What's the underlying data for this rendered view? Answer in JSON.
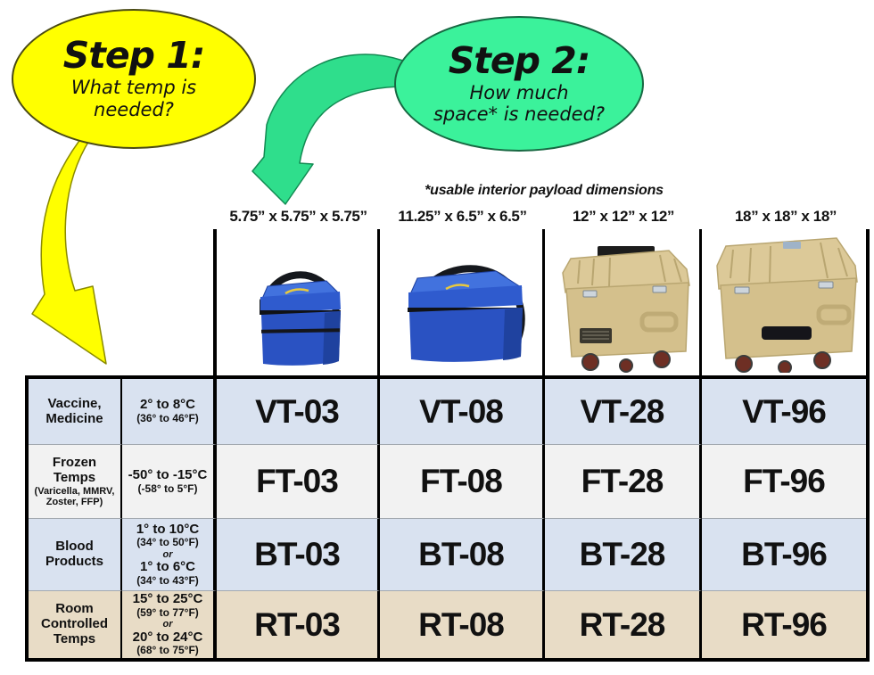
{
  "bubbles": {
    "step1": {
      "title": "Step 1:",
      "line1": "What temp is",
      "line2": "needed?"
    },
    "step2": {
      "title": "Step 2:",
      "line1": "How much",
      "line2": "space* is needed?"
    }
  },
  "footnote": "*usable interior payload dimensions",
  "columns": [
    {
      "dims": "5.75” x 5.75” x 5.75”",
      "product": "small-blue-soft-cooler"
    },
    {
      "dims": "11.25” x 6.5” x 6.5”",
      "product": "wide-blue-soft-cooler"
    },
    {
      "dims": "12” x 12” x 12”",
      "product": "tan-hard-case-with-wheels"
    },
    {
      "dims": "18” x 18” x 18”",
      "product": "large-tan-hard-case-with-wheels"
    }
  ],
  "table": {
    "rows": [
      {
        "category": "Vaccine, Medicine",
        "temp": {
          "range1": "2° to 8°C",
          "range1_f": "(36° to 46°F)"
        },
        "models": [
          "VT-03",
          "VT-08",
          "VT-28",
          "VT-96"
        ]
      },
      {
        "category": "Frozen Temps",
        "category_sub": "(Varicella, MMRV, Zoster, FFP)",
        "temp": {
          "range1": "-50° to -15°C",
          "range1_f": "(-58° to 5°F)"
        },
        "models": [
          "FT-03",
          "FT-08",
          "FT-28",
          "FT-96"
        ]
      },
      {
        "category": "Blood Products",
        "temp": {
          "range1": "1° to 10°C",
          "range1_f": "(34° to 50°F)",
          "or": "or",
          "range2": "1° to 6°C",
          "range2_f": "(34° to 43°F)"
        },
        "models": [
          "BT-03",
          "BT-08",
          "BT-28",
          "BT-96"
        ]
      },
      {
        "category": "Room Controlled Temps",
        "temp": {
          "range1": "15° to 25°C",
          "range1_f": "(59° to 77°F)",
          "or": "or",
          "range2": "20° to 24°C",
          "range2_f": "(68° to 75°F)"
        },
        "models": [
          "RT-03",
          "RT-08",
          "RT-28",
          "RT-96"
        ]
      }
    ]
  },
  "colors": {
    "bubble_yellow": "#FFFF00",
    "bubble_green": "#3BF29B",
    "arrow_yellow": "#FFFF00",
    "arrow_green": "#2FDE8C",
    "row_blue": "#D9E2F0",
    "row_gray": "#F2F2F2",
    "row_tan": "#E8DCC6"
  }
}
